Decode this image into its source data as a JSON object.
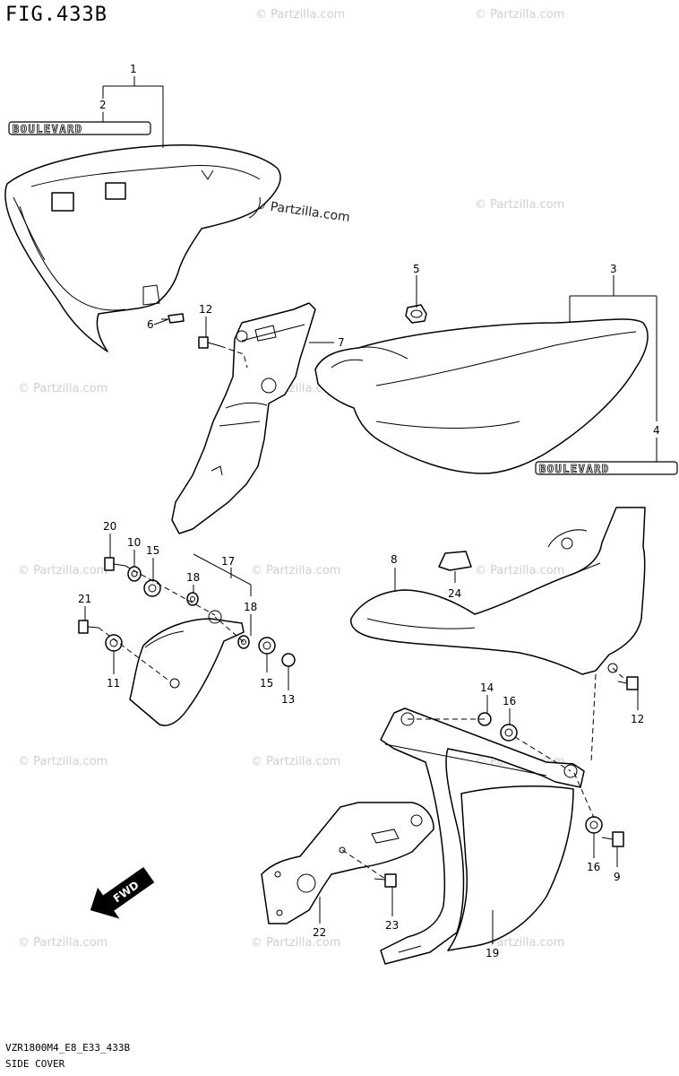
{
  "figure": {
    "title": "FIG.433B",
    "footer_code": "VZR1800M4_E8_E33_433B",
    "footer_name": "SIDE COVER"
  },
  "watermark": {
    "text": "© Partzilla.com"
  },
  "badges": [
    {
      "id": "badge-top",
      "text": "BOULEVARD"
    },
    {
      "id": "badge-right",
      "text": "BOULEVARD"
    }
  ],
  "fwd_label": "FWD",
  "callouts": [
    "1",
    "2",
    "3",
    "4",
    "5",
    "6",
    "7",
    "8",
    "9",
    "10",
    "11",
    "12",
    "12",
    "13",
    "14",
    "15",
    "15",
    "16",
    "16",
    "17",
    "18",
    "18",
    "19",
    "20",
    "21",
    "22",
    "23",
    "24"
  ]
}
